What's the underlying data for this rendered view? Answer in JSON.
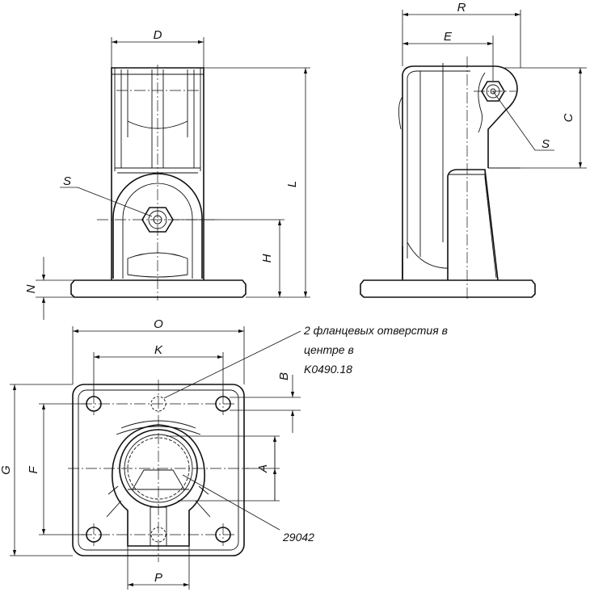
{
  "labels": {
    "D": "D",
    "S_front": "S",
    "L": "L",
    "H": "H",
    "N": "N",
    "R": "R",
    "E": "E",
    "C": "C",
    "S_side": "S",
    "O": "O",
    "K": "K",
    "B": "B",
    "G": "G",
    "F": "F",
    "A": "A",
    "P": "P"
  },
  "note": {
    "line1": "2 фланцевых отверстия в",
    "line2": "центре в",
    "line3": "K0490.18"
  },
  "part_ref": "29042"
}
